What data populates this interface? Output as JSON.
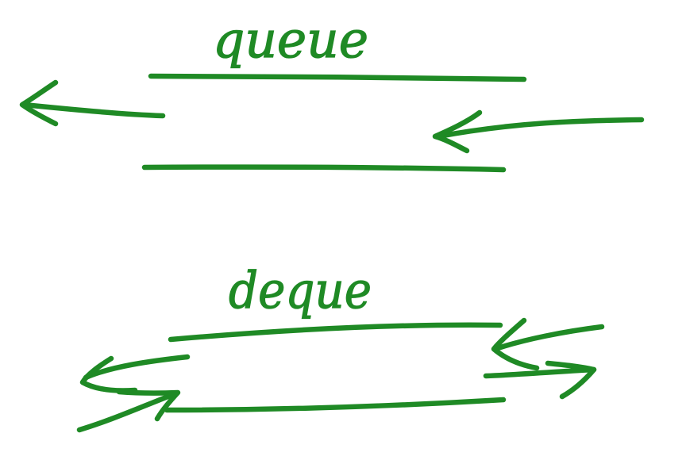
{
  "diagram": {
    "stroke_color": "#1f8a25",
    "background": "#ffffff",
    "queue": {
      "label": "queue",
      "description_icons": [
        "tube-top-line",
        "tube-bottom-line",
        "dequeue-left-arrow",
        "enqueue-right-arrow"
      ]
    },
    "deque": {
      "label": "deque",
      "description_icons": [
        "tube-top-line",
        "tube-bottom-line",
        "left-end-double-arrow",
        "right-end-double-arrow"
      ]
    }
  }
}
